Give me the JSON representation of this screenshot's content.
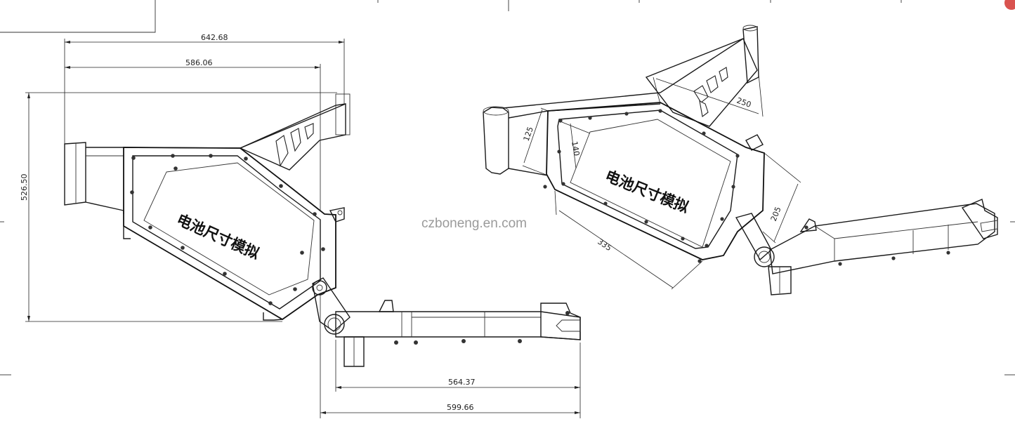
{
  "watermark": "czboneng.en.com",
  "battery_label": "电池尺寸模拟",
  "side_view": {
    "dims": {
      "overall_length": "642.68",
      "frame_length": "586.06",
      "height": "526.50",
      "swingarm_length": "564.37",
      "swingarm_overall": "599.66"
    }
  },
  "perspective_view": {
    "dims": {
      "d125": "125",
      "d140": "140",
      "d250": "250",
      "d205": "205",
      "d335": "335"
    }
  },
  "colors": {
    "line": "#1a1a1a",
    "watermark": "#9a9a9a",
    "badge": "#d9534f"
  }
}
